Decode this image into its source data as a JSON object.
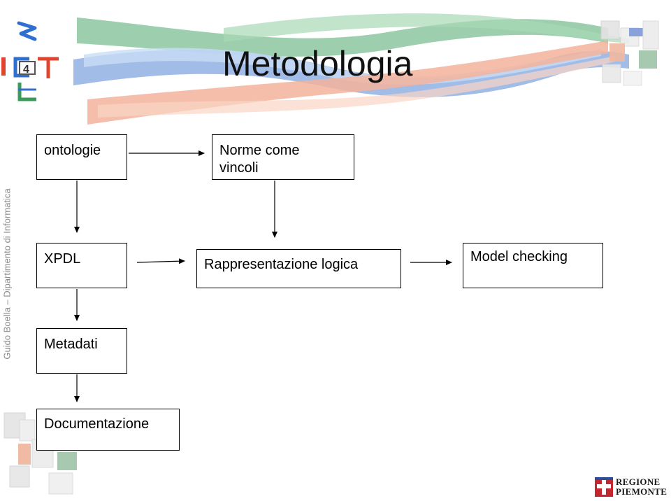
{
  "slide": {
    "title": "Metodologia",
    "sidebar_text": "Guido Boella – Dipartimento di Informatica"
  },
  "logo": {
    "name": "ICT4LAW logo",
    "text": "ICT LAW"
  },
  "footer_logo": {
    "name": "Regione Piemonte logo",
    "line1": "REGIONE",
    "line2": "PIEMONTE"
  },
  "diagram": {
    "nodes": {
      "ontologie": "ontologie",
      "norme": "Norme come vincoli",
      "xpdl": "XPDL",
      "rappresentazione": "Rappresentazione logica",
      "model_checking": "Model checking",
      "metadati": "Metadati",
      "documentazione": "Documentazione"
    }
  },
  "colors": {
    "green_ribbon": "#8cc7a0",
    "blue_ribbon": "#8fb0e3",
    "salmon_ribbon": "#f3b39b",
    "logo_blue": "#2e6fd1",
    "logo_red": "#e0452f",
    "logo_green": "#3a9a5a"
  }
}
